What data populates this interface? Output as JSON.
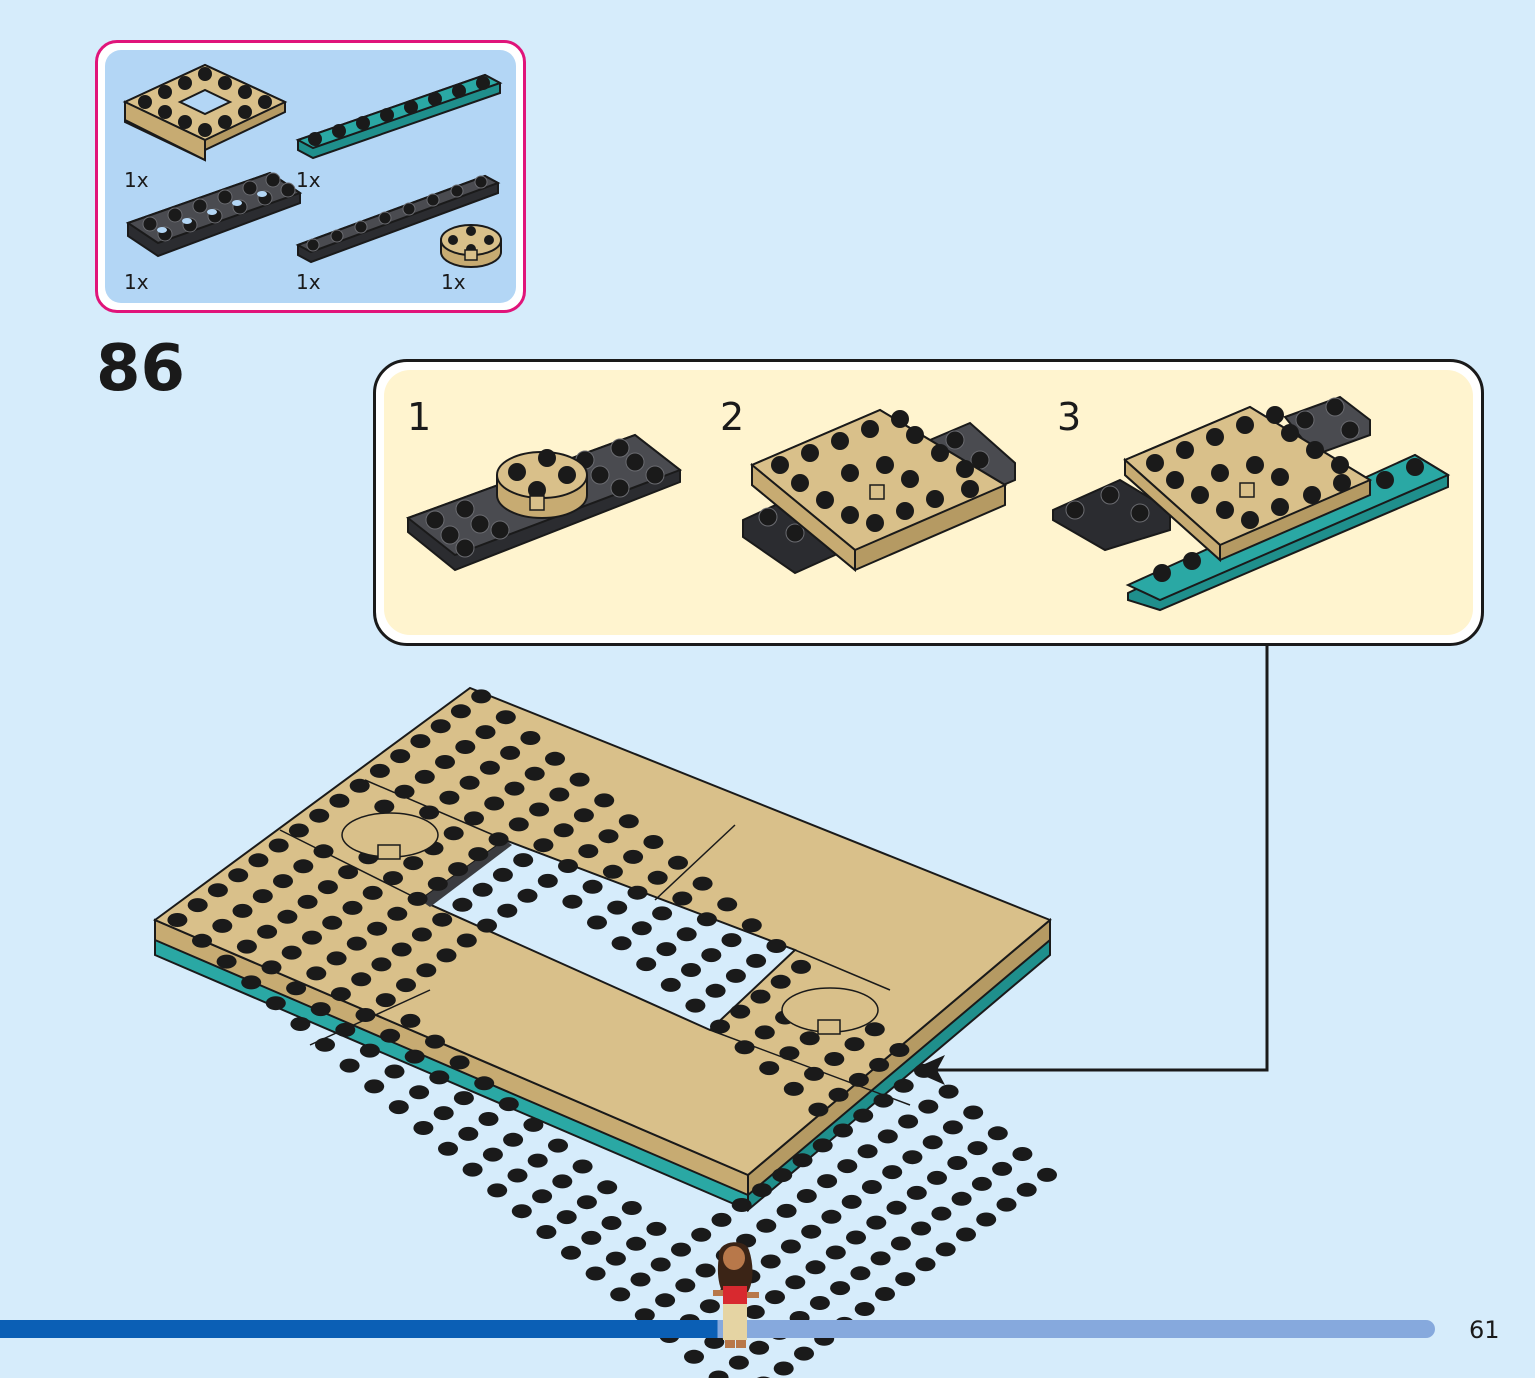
{
  "parts_list": {
    "items": [
      {
        "part": "tan-plate-with-hole",
        "quantity": "1x"
      },
      {
        "part": "teal-long-plate",
        "quantity": "1x"
      },
      {
        "part": "dark-technic-plate",
        "quantity": "1x"
      },
      {
        "part": "dark-long-plate",
        "quantity": "1x"
      },
      {
        "part": "tan-round-plate",
        "quantity": "1x"
      }
    ]
  },
  "step": {
    "number": "86"
  },
  "substeps": [
    {
      "number": "1"
    },
    {
      "number": "2"
    },
    {
      "number": "3"
    }
  ],
  "page": {
    "number": "61",
    "progress": 0.5
  },
  "colors": {
    "background": "#d6ecfb",
    "parts_border": "#e0147a",
    "tan": "#d9c08a",
    "teal": "#2aa8a4",
    "dark": "#3a3b3f",
    "progress_done": "#0b5fb5",
    "progress_todo": "#86a9dd"
  }
}
